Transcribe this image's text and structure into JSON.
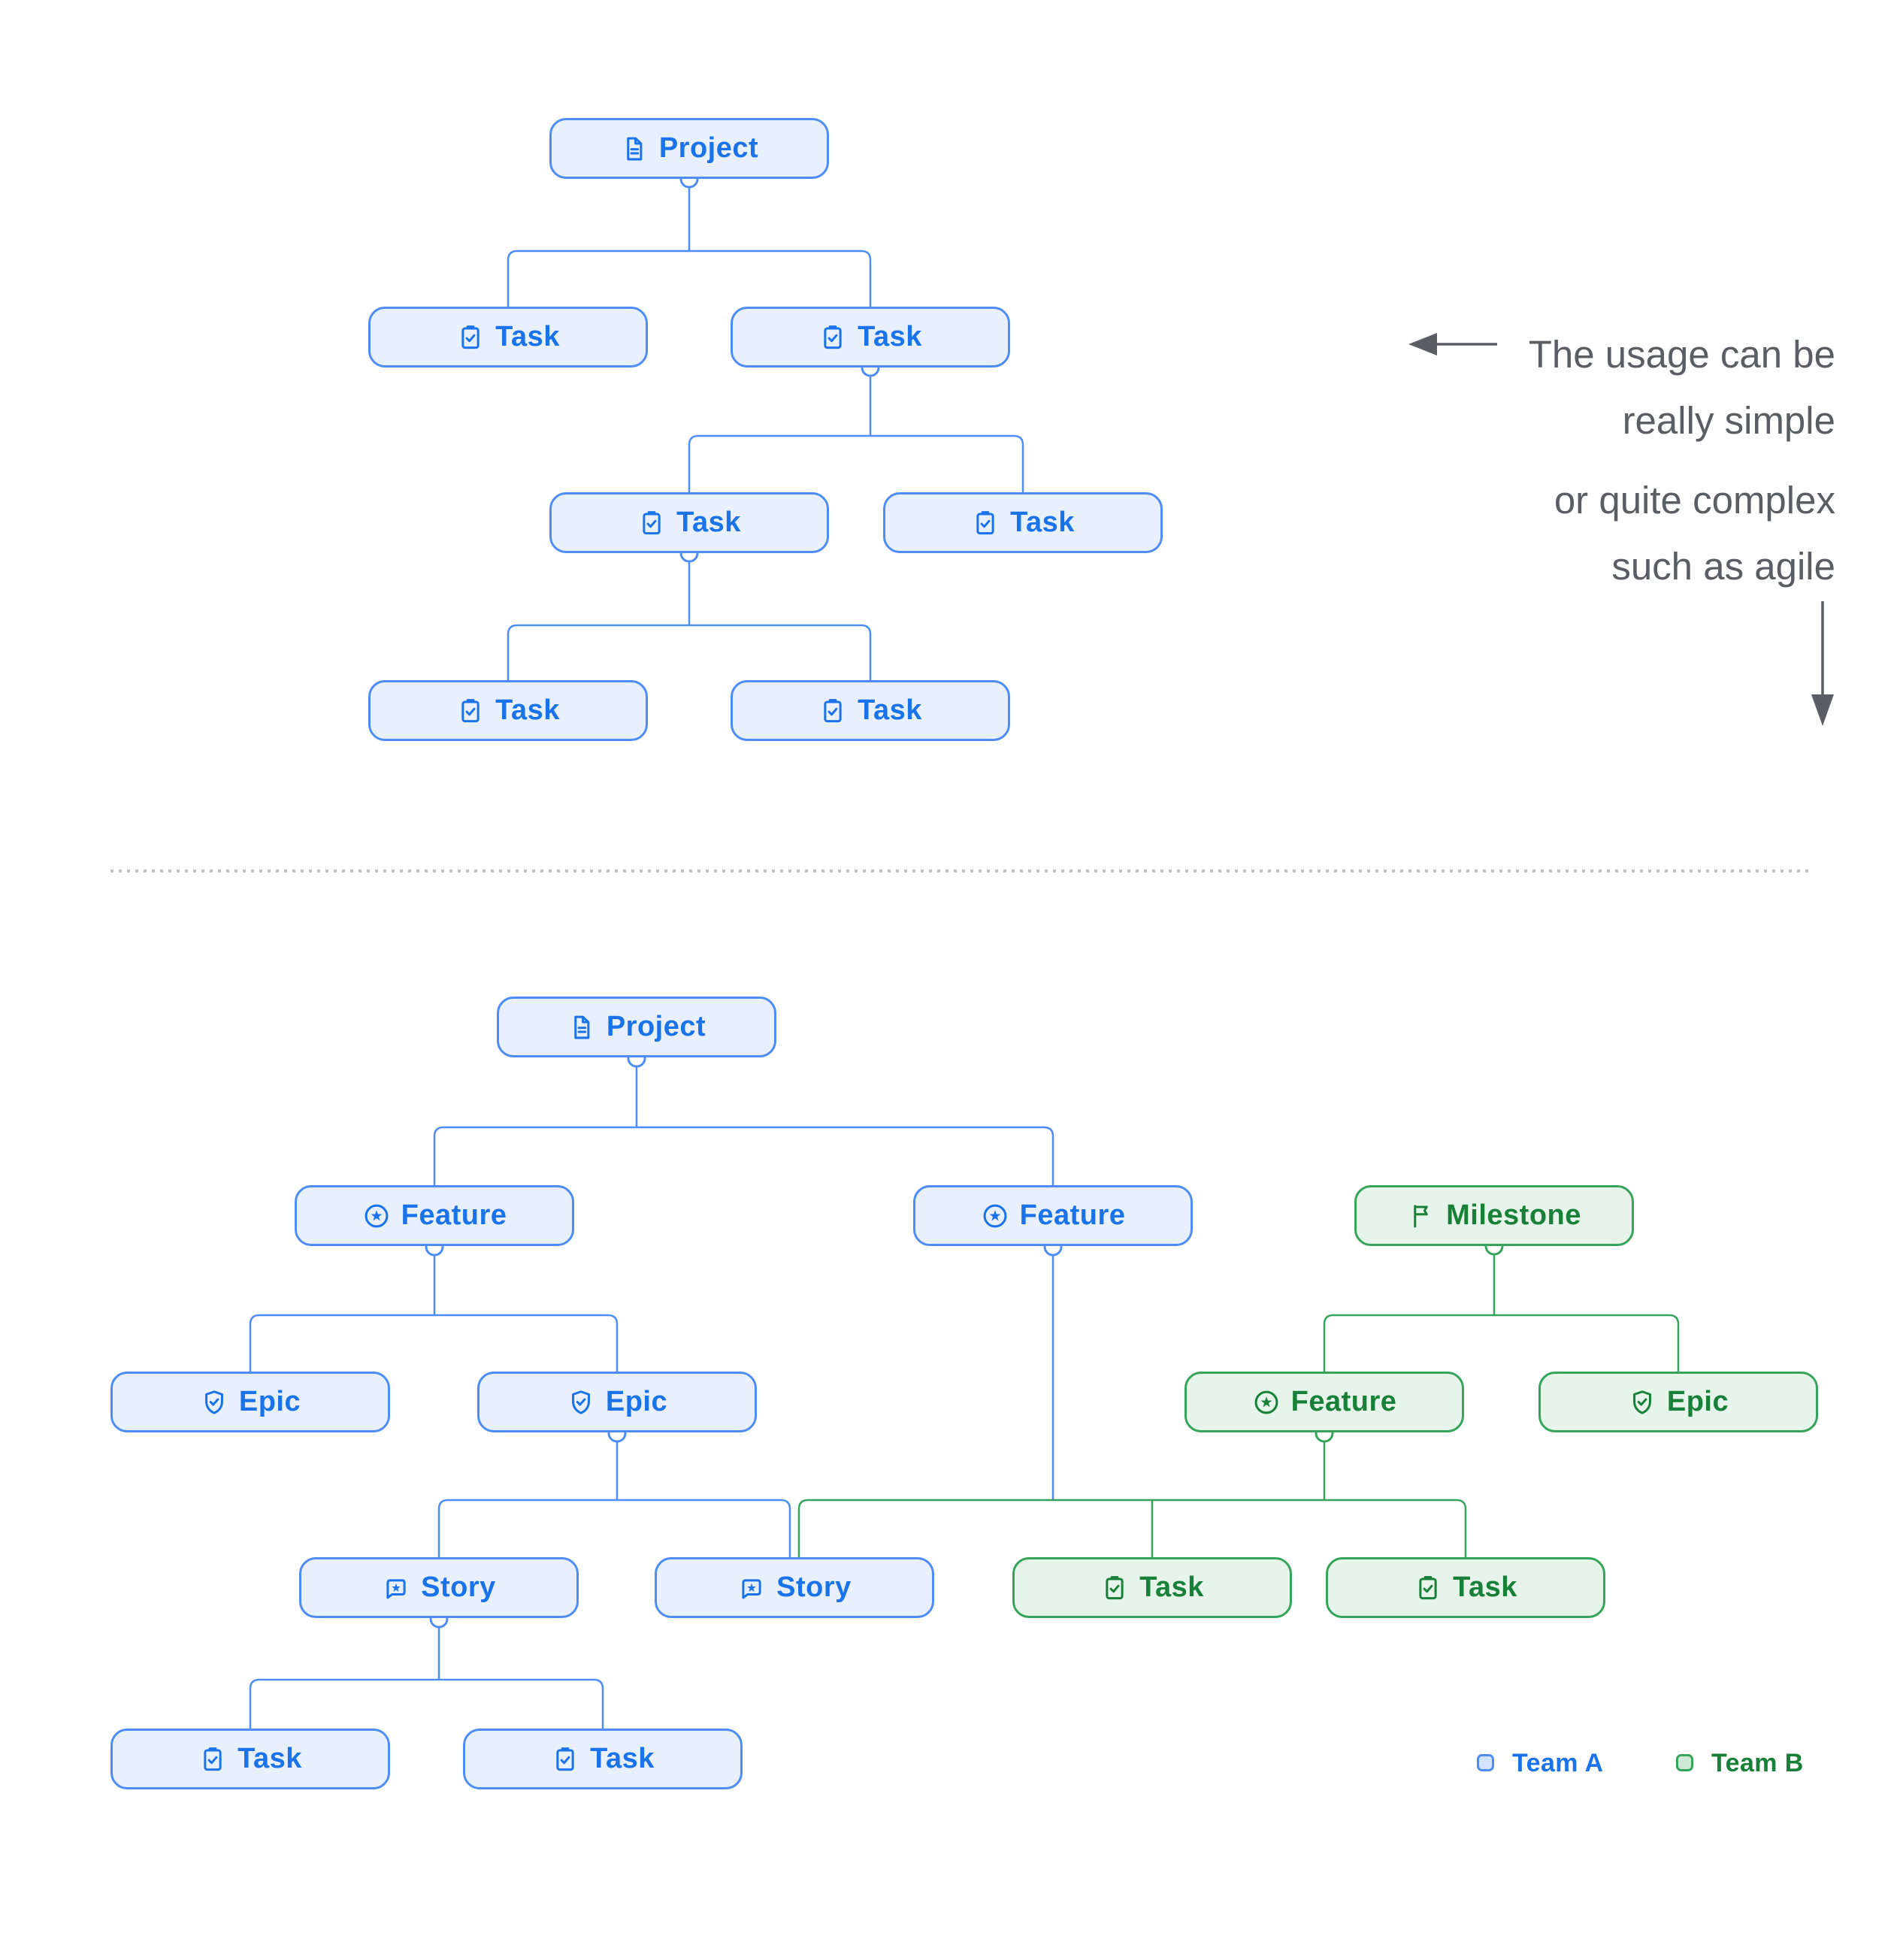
{
  "annotation": {
    "line1": "The usage can be",
    "line2": "really simple",
    "line3": "or quite complex",
    "line4": "such as agile"
  },
  "legend": {
    "team_a": "Team A",
    "team_b": "Team B"
  },
  "simple_tree": {
    "nodes": [
      {
        "label": "Project",
        "icon": "document",
        "team": "A"
      },
      {
        "label": "Task",
        "icon": "clipboard-check",
        "team": "A"
      },
      {
        "label": "Task",
        "icon": "clipboard-check",
        "team": "A"
      },
      {
        "label": "Task",
        "icon": "clipboard-check",
        "team": "A"
      },
      {
        "label": "Task",
        "icon": "clipboard-check",
        "team": "A"
      },
      {
        "label": "Task",
        "icon": "clipboard-check",
        "team": "A"
      },
      {
        "label": "Task",
        "icon": "clipboard-check",
        "team": "A"
      }
    ]
  },
  "complex_tree": {
    "nodes": [
      {
        "label": "Project",
        "icon": "document",
        "team": "A"
      },
      {
        "label": "Feature",
        "icon": "star-circle",
        "team": "A"
      },
      {
        "label": "Feature",
        "icon": "star-circle",
        "team": "A"
      },
      {
        "label": "Milestone",
        "icon": "flag",
        "team": "B"
      },
      {
        "label": "Epic",
        "icon": "shield-check",
        "team": "A"
      },
      {
        "label": "Epic",
        "icon": "shield-check",
        "team": "A"
      },
      {
        "label": "Feature",
        "icon": "star-circle",
        "team": "B"
      },
      {
        "label": "Epic",
        "icon": "shield-check",
        "team": "B"
      },
      {
        "label": "Story",
        "icon": "story-bubble-star",
        "team": "A"
      },
      {
        "label": "Story",
        "icon": "story-bubble-star",
        "team": "A"
      },
      {
        "label": "Task",
        "icon": "clipboard-check",
        "team": "B"
      },
      {
        "label": "Task",
        "icon": "clipboard-check",
        "team": "B"
      },
      {
        "label": "Task",
        "icon": "clipboard-check",
        "team": "A"
      },
      {
        "label": "Task",
        "icon": "clipboard-check",
        "team": "A"
      }
    ]
  },
  "colors": {
    "team_a_text": "#1a73e8",
    "team_a_border": "#4e8df6",
    "team_a_fill": "#e8f0fe",
    "team_b_text": "#188038",
    "team_b_border": "#37a45b",
    "team_b_fill": "#e6f4ea",
    "annotation_text": "#5a5e63",
    "divider_dots": "#bfc3c7"
  }
}
